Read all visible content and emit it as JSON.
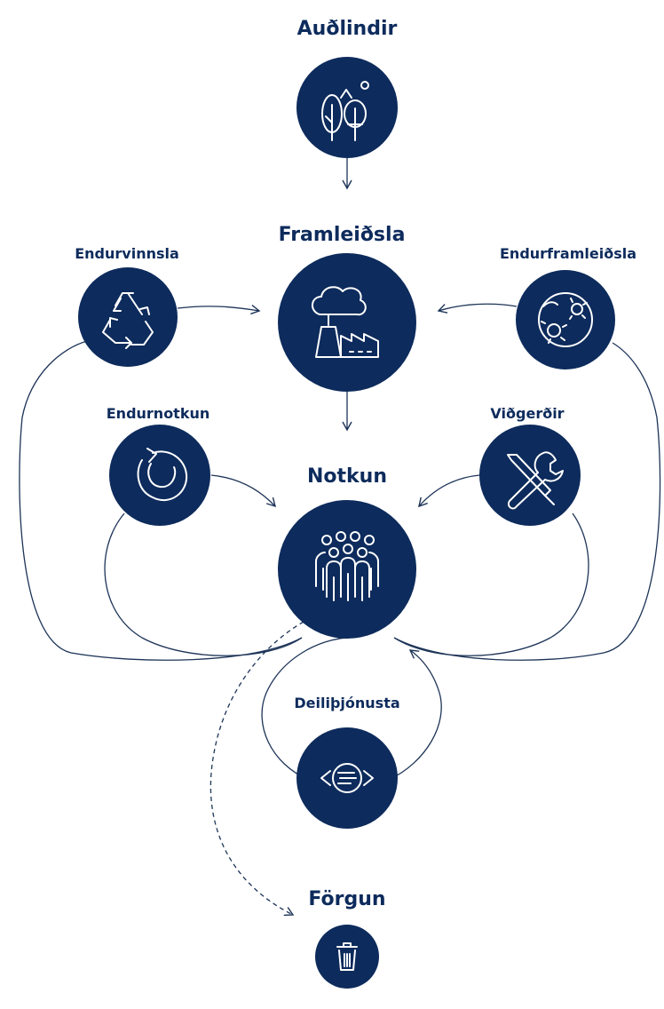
{
  "colors": {
    "node": "#0d2b5c",
    "stroke": "#1d3458",
    "icon": "#ffffff"
  },
  "nodes": {
    "resources": {
      "label": "Auðlindir",
      "icon": "trees-icon"
    },
    "production": {
      "label": "Framleiðsla",
      "icon": "factory-icon"
    },
    "recycling": {
      "label": "Endurvinnsla",
      "icon": "recycle-icon"
    },
    "remanufacturing": {
      "label": "Endurframleiðsla",
      "icon": "gears-icon"
    },
    "reuse": {
      "label": "Endurnotkun",
      "icon": "reuse-icon"
    },
    "repair": {
      "label": "Viðgerðir",
      "icon": "tools-icon"
    },
    "use": {
      "label": "Notkun",
      "icon": "people-icon"
    },
    "sharing": {
      "label": "Deiliþjónusta",
      "icon": "sharing-icon"
    },
    "disposal": {
      "label": "Förgun",
      "icon": "trash-icon"
    }
  }
}
